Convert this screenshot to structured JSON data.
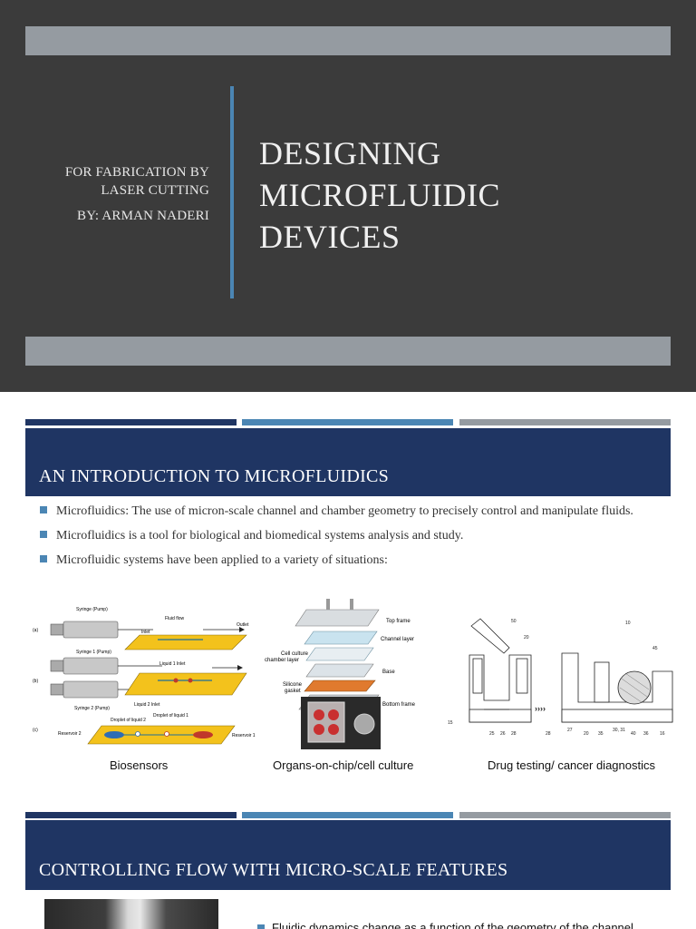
{
  "slide1": {
    "subtitle_line1": "FOR FABRICATION BY",
    "subtitle_line2": "LASER CUTTING",
    "author": "BY: ARMAN NADERI",
    "title_lines": [
      "DESIGNING",
      "MICROFLUIDIC",
      "DEVICES"
    ]
  },
  "slide2": {
    "heading": "AN INTRODUCTION TO MICROFLUIDICS",
    "bullets": [
      "Microfluidics: The use of micron-scale channel and chamber geometry to precisely control and manipulate fluids.",
      "Microfluidics is a tool for biological and biomedical systems analysis and study.",
      "Microfluidic systems have been applied to a variety of situations:"
    ],
    "figures": {
      "biosensors": {
        "caption": "Biosensors",
        "labels": {
          "syringe_pump": "Syringe (Pump)",
          "fluid_flow": "Fluid flow",
          "outlet": "Outlet",
          "inlet": "Inlet",
          "syringe_1": "Syringe 1 (Pump)",
          "liquid_1_inlet": "Liquid 1 Inlet",
          "syringe_2": "Syringe 2 (Pump)",
          "liquid_2_inlet": "Liquid 2 Inlet",
          "droplet_2": "Droplet of liquid 2",
          "droplet_1": "Droplet of liquid 1",
          "reservoir_2": "Reservoir 2",
          "reservoir_1": "Reservoir 1",
          "panel_a": "(a)",
          "panel_b": "(b)",
          "panel_c": "(c)"
        }
      },
      "organs": {
        "caption": "Organs-on-chip/cell culture",
        "labels": {
          "top_frame": "Top frame",
          "channel_layer": "Channel layer",
          "cell_culture": "Cell culture",
          "chamber_layer": "chamber layer",
          "base": "Base",
          "silicone": "Silicone",
          "gasket": "gasket",
          "bottom_frame": "Bottom frame"
        }
      },
      "drug": {
        "caption": "Drug testing/ cancer diagnostics",
        "labels": {
          "n10": "10",
          "n15": "15",
          "n20": "20",
          "n25": "25",
          "n26": "26",
          "n27": "27",
          "n28a": "28",
          "n28b": "28",
          "n30": "30, 31",
          "n35": "35",
          "n36": "36",
          "n40": "40",
          "n45": "45",
          "n50": "50",
          "n16": "16",
          "n20b": "20"
        }
      }
    }
  },
  "slide3": {
    "heading": "CONTROLLING FLOW WITH MICRO-SCALE FEATURES",
    "bullet": "Fluidic dynamics change as a function of the geometry of the channel"
  },
  "colors": {
    "slide_bg": "#3b3b3b",
    "bar_gray": "#959ba1",
    "accent_blue": "#4b86b4",
    "navy": "#1f3563"
  }
}
